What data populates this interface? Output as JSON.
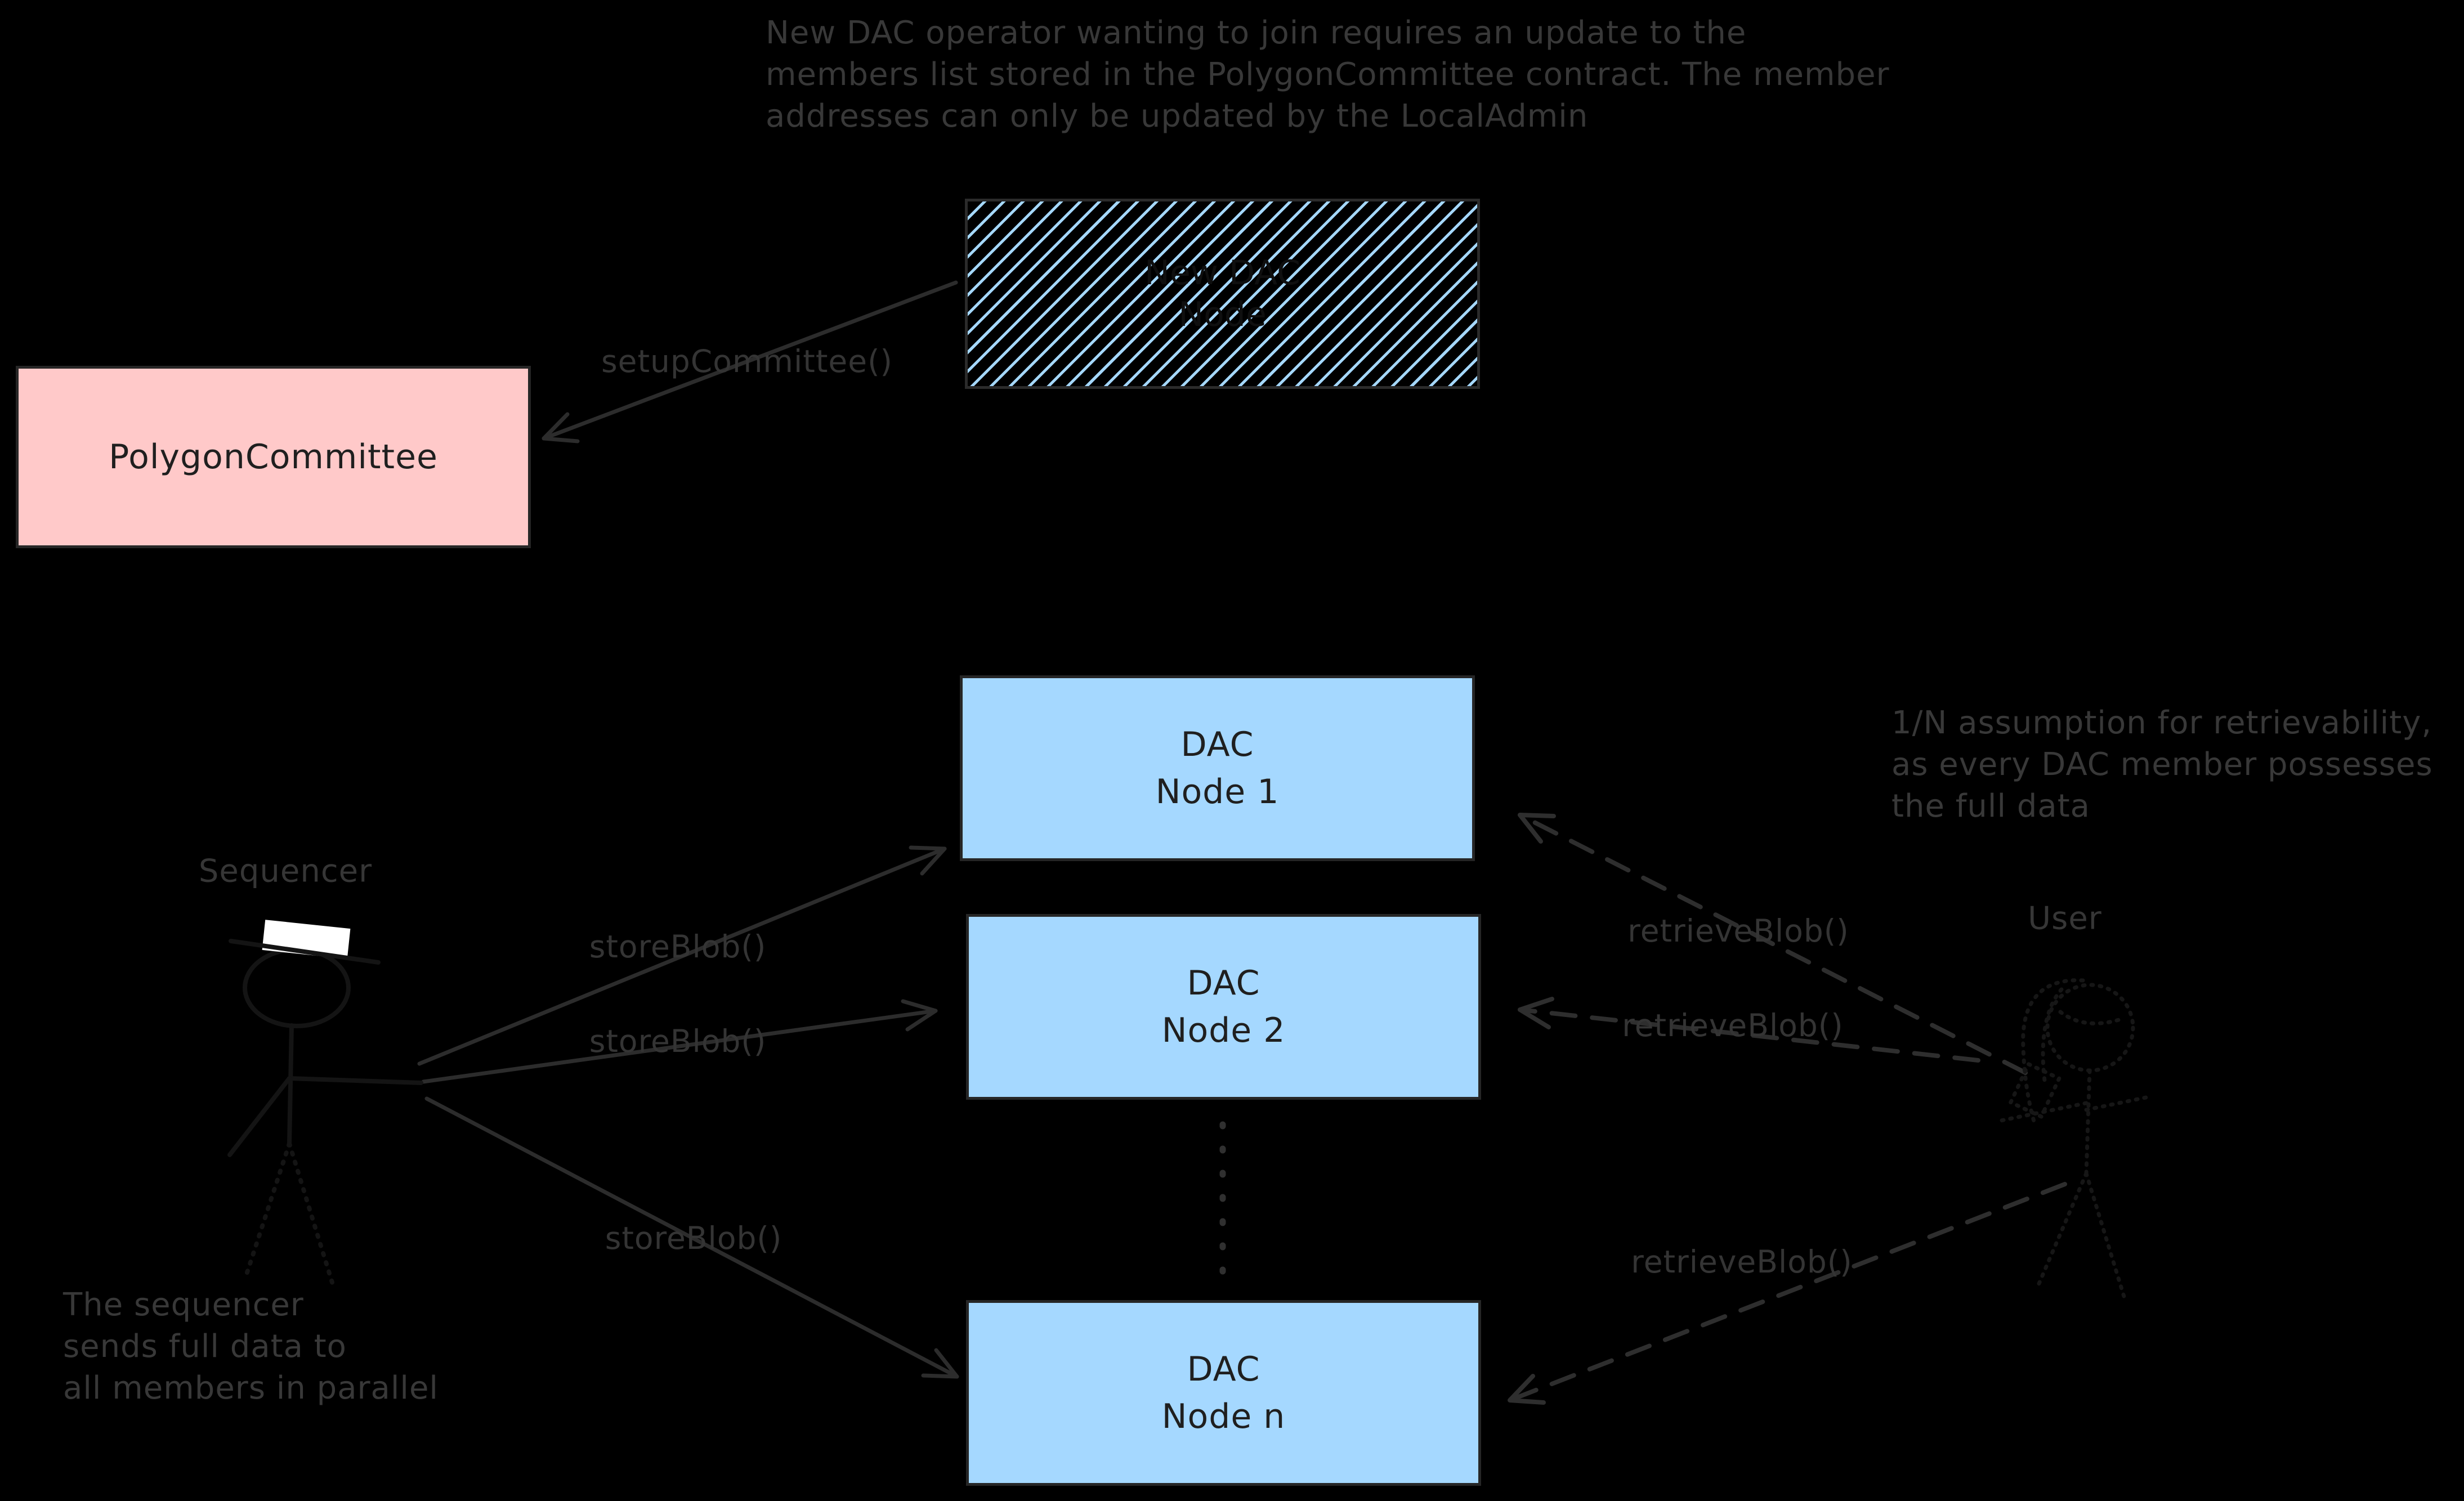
{
  "canvas": {
    "background": "#000000"
  },
  "colors": {
    "dac_node_fill": "#a5d8ff",
    "committee_fill": "#ffc9c9",
    "hatch_stripe": "#a5d8ff",
    "hat_band": "#ffffff",
    "note_text": "#383838",
    "arrow_stroke": "#2c2c2c",
    "box_text": "#1f1f1f"
  },
  "notes": {
    "top": {
      "lines": {
        "0": "New DAC operator wanting to join requires an update to the",
        "1": "members list stored in the PolygonCommittee contract. The member",
        "2": "addresses can only be updated by the LocalAdmin"
      }
    },
    "retrievability": {
      "lines": {
        "0": "1/N assumption for retrievability,",
        "1": "as every DAC member possesses",
        "2": "the full data"
      }
    },
    "sequencer": {
      "lines": {
        "0": "The sequencer",
        "1": "sends full data to",
        "2": "all members in parallel"
      }
    }
  },
  "nodes": {
    "new_dac": {
      "lines": {
        "0": "New DAC",
        "1": "Node"
      }
    },
    "polygon_committee": {
      "label": "PolygonCommittee"
    },
    "dac1": {
      "lines": {
        "0": "DAC",
        "1": "Node 1"
      }
    },
    "dac2": {
      "lines": {
        "0": "DAC",
        "1": "Node 2"
      }
    },
    "dacn": {
      "lines": {
        "0": "DAC",
        "1": "Node n"
      }
    }
  },
  "actors": {
    "sequencer": {
      "label": "Sequencer"
    },
    "user": {
      "label": "User"
    }
  },
  "edges": {
    "setup_committee": {
      "label": "setupCommittee()"
    },
    "store_blob_1": {
      "label": "storeBlob()"
    },
    "store_blob_2": {
      "label": "storeBlob()"
    },
    "store_blob_3": {
      "label": "storeBlob()"
    },
    "retrieve_blob_1": {
      "label": "retrieveBlob()"
    },
    "retrieve_blob_2": {
      "label": "retrieveBlob()"
    },
    "retrieve_blob_3": {
      "label": "retrieveBlob()"
    }
  }
}
